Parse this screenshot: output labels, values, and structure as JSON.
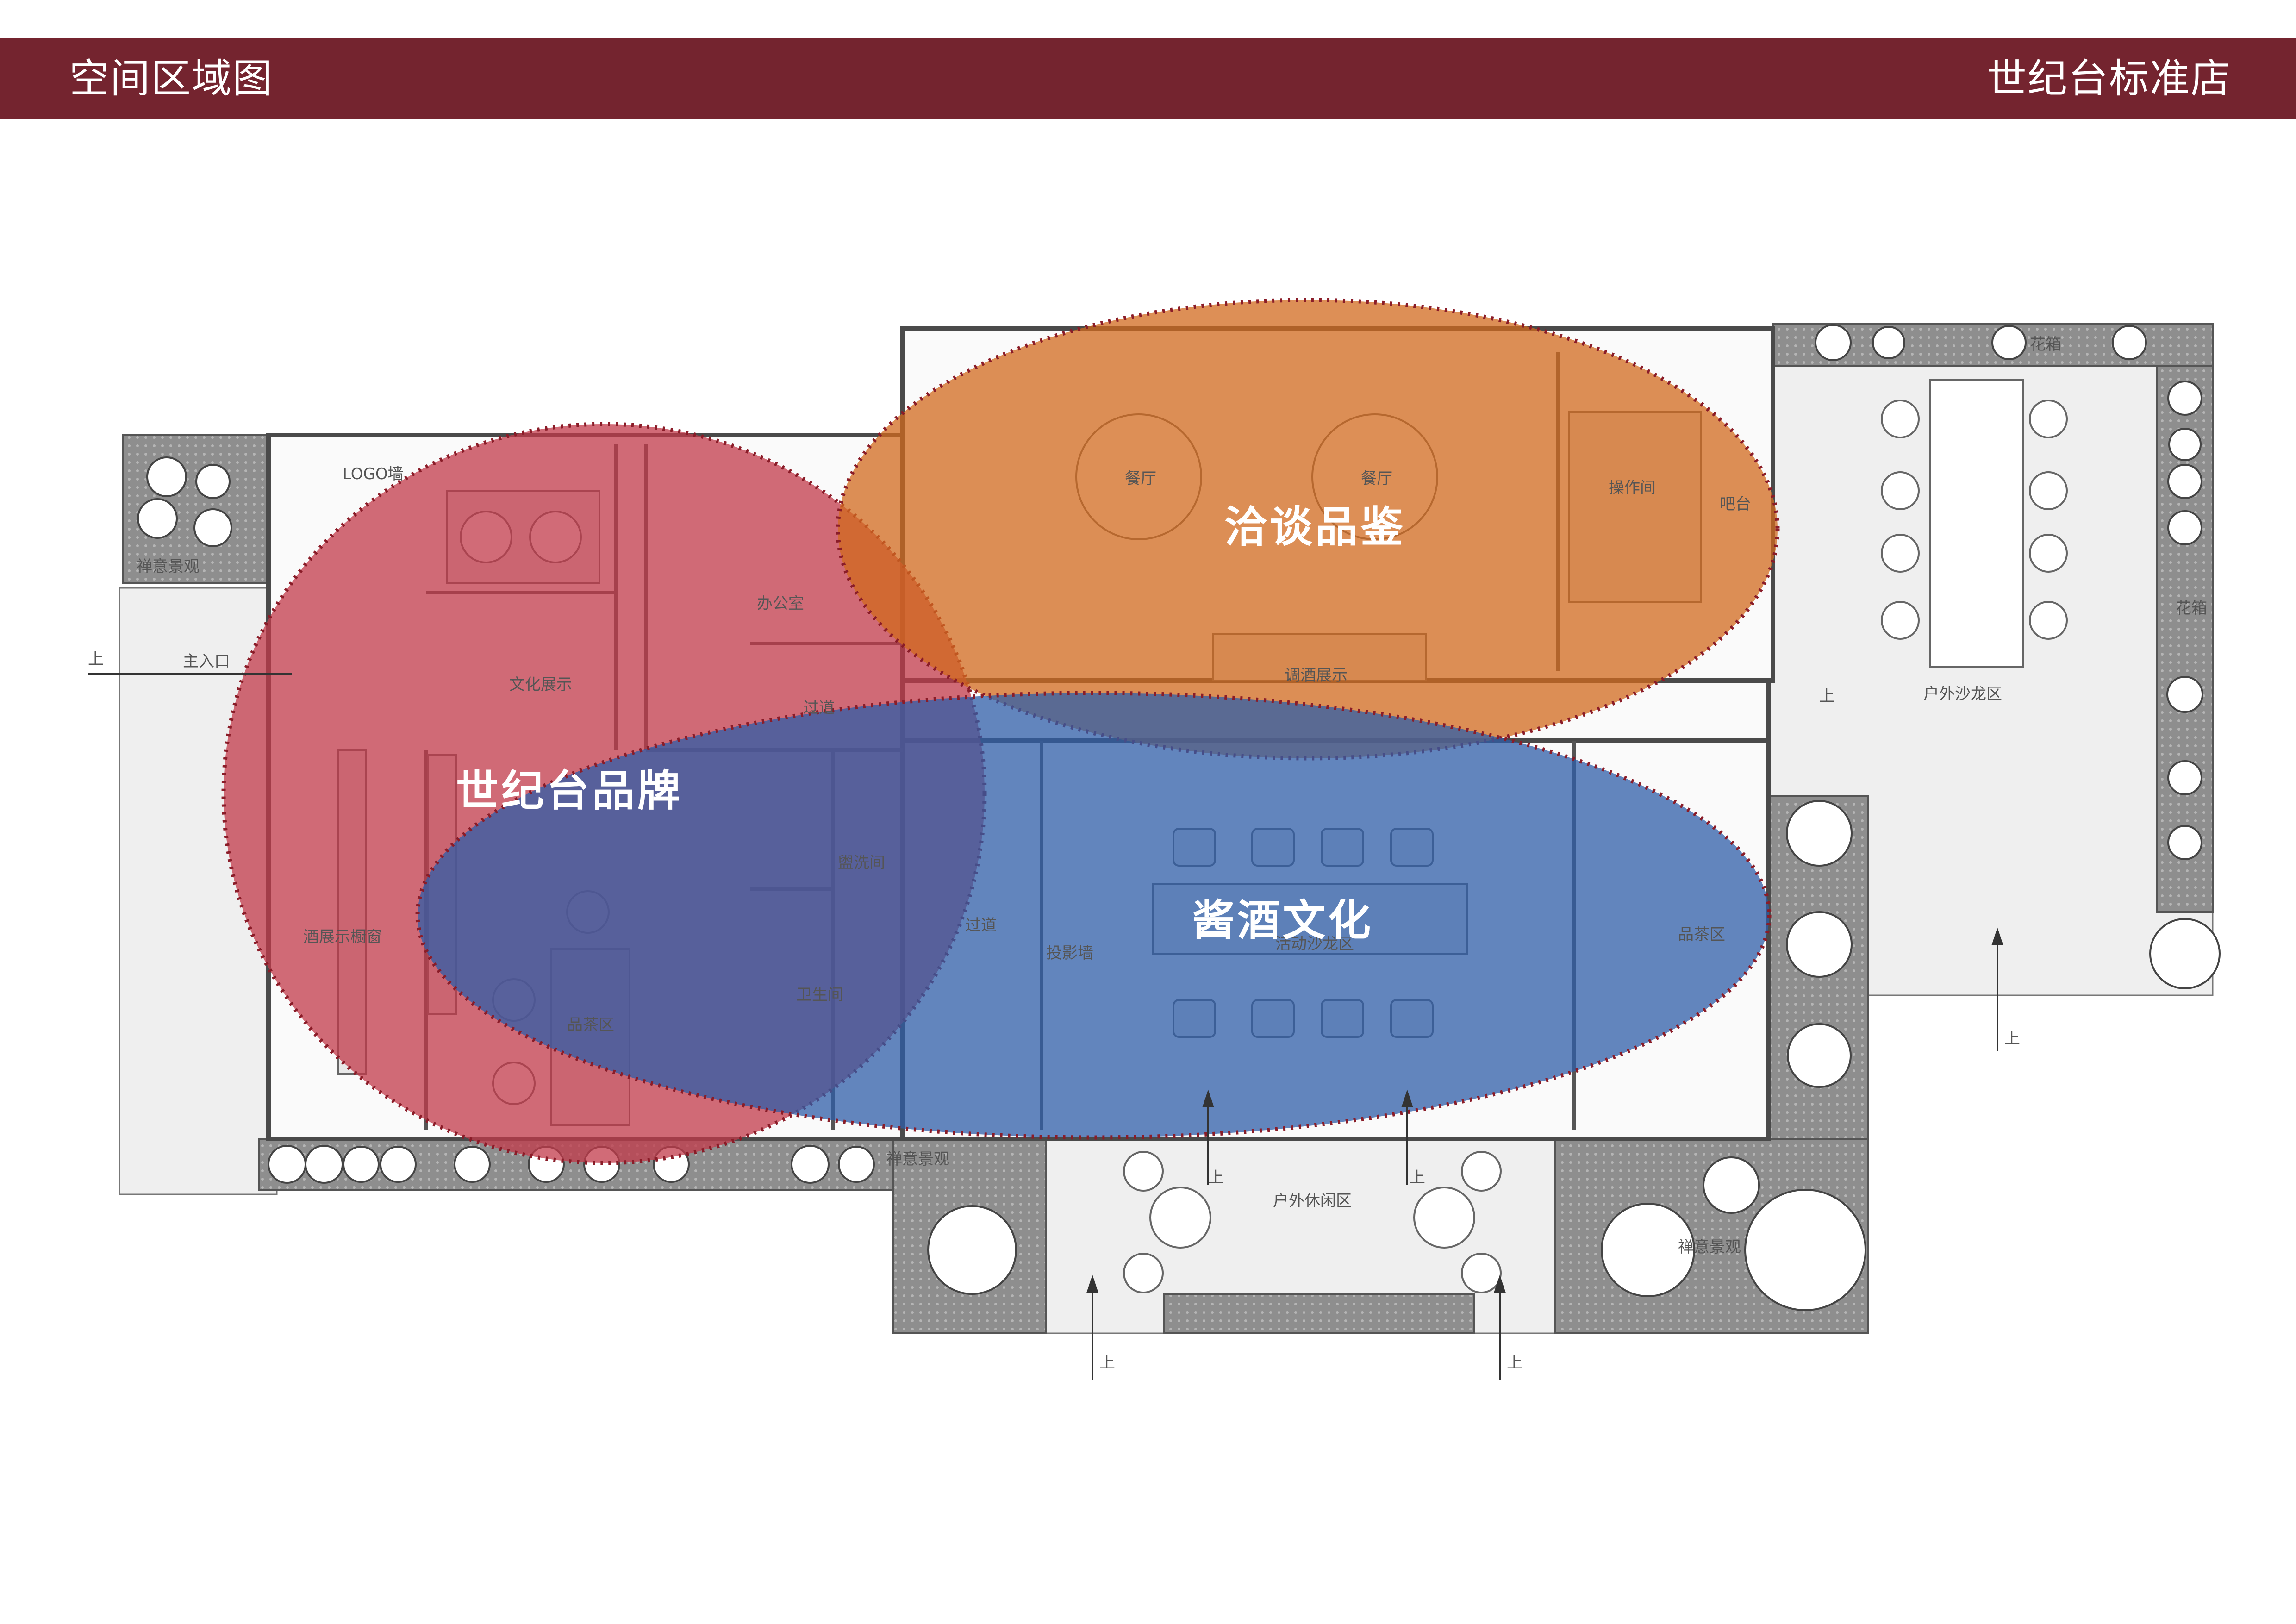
{
  "header": {
    "title": "空间区域图",
    "store_name": "世纪台标准店"
  },
  "colors": {
    "header_bg": "#74242f",
    "zone_brand": "#c23a4a",
    "zone_tasting": "#d2691e",
    "zone_culture": "#2f5ea8"
  },
  "zones": {
    "brand": "世纪台品牌",
    "tasting": "洽谈品鉴",
    "culture": "酱酒文化"
  },
  "rooms": {
    "logo_wall": "LOGO墙",
    "zen_landscape_nw": "禅意景观",
    "main_entrance": "主入口",
    "up_entrance": "上",
    "office": "办公室",
    "culture_display": "文化展示",
    "corridor_1": "过道",
    "corridor_2": "过道",
    "wine_cellar": "酒展示橱窗",
    "washroom": "盥洗间",
    "toilet": "卫生间",
    "tea_area_left": "品茶区",
    "dining_1": "餐厅",
    "dining_2": "餐厅",
    "operation_room": "操作间",
    "bar": "吧台",
    "mixing_display": "调酒展示",
    "projection_wall": "投影墙",
    "lounge": "活动沙龙区",
    "tea_area_right": "品茶区",
    "flower_box_top": "花箱",
    "flower_box_right": "花箱",
    "outdoor_salon": "户外沙龙区",
    "up_salon_door": "上",
    "up_salon_bottom": "上",
    "zen_landscape_bottom": "禅意景观",
    "outdoor_leisure": "户外休闲区",
    "up_leisure_1": "上",
    "up_leisure_2": "上",
    "up_bottom_1": "上",
    "up_bottom_2": "上",
    "zen_landscape_se": "禅意景观"
  }
}
